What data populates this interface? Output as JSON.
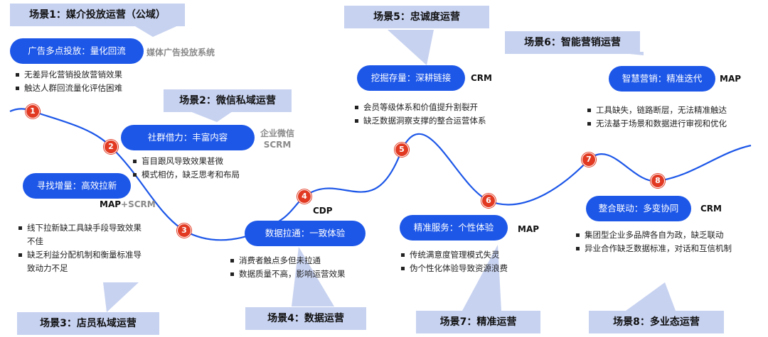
{
  "scenes": [
    {
      "title": "场景1：媒介投放运营（公域）",
      "pill": "广告多点投放：量化回流",
      "tags": [
        "媒体广告投放系统"
      ],
      "bullets": [
        "无差异化营销投放营销效果",
        "触达人群回流量化评估困难"
      ]
    },
    {
      "title": "场景2：微信私域运营",
      "pill": "社群借力：丰富内容",
      "tags": [
        "企业微信",
        "SCRM"
      ],
      "bullets": [
        "盲目跟风导致效果甚微",
        "模式相仿，缺乏思考和布局"
      ]
    },
    {
      "title": "场景3：店员私域运营",
      "pill": "寻找增量：高效拉新",
      "tags": [
        "MAP",
        "+SCRM"
      ],
      "bullets": [
        "线下拉新缺工具缺手段导致效果不佳",
        "缺乏利益分配机制和衡量标准导致动力不足"
      ]
    },
    {
      "title": "场景4：数据运营",
      "pill": "数据拉通：一致体验",
      "tags": [
        "CDP"
      ],
      "bullets": [
        "消费者触点多但未拉通",
        "数据质量不高，影响运营效果"
      ]
    },
    {
      "title": "场景5：忠诚度运营",
      "pill": "挖掘存量：深耕链接",
      "tags": [
        "CRM"
      ],
      "bullets": [
        "会员等级体系和价值提升割裂开",
        "缺乏数据洞察支撑的整合运营体系"
      ]
    },
    {
      "title": "场景6：智能营销运营",
      "pill": "智慧营销：精准迭代",
      "tags": [
        "MAP"
      ],
      "bullets": [
        "工具缺失，链路断层，无法精准触达",
        "无法基于场景和数据进行审视和优化"
      ]
    },
    {
      "title": "场景7：精准运营",
      "pill": "精准服务：个性体验",
      "tags": [
        "MAP"
      ],
      "bullets": [
        "传统满意度管理模式失灵",
        "伪个性化体验导致资源浪费"
      ]
    },
    {
      "title": "场景8：多业态运营",
      "pill": "整合联动：多变协同",
      "tags": [
        "CRM"
      ],
      "bullets": [
        "集团型企业多品牌各自为政，缺乏联动",
        "异业合作缺乏数据标准，对话和互信机制"
      ]
    }
  ],
  "nodes": [
    "1",
    "2",
    "3",
    "4",
    "5",
    "6",
    "7",
    "8"
  ],
  "colors": {
    "pill": "#1d57e8",
    "title_bg": "#c7d2f0",
    "callout": "#c7d2f0",
    "node": "#e23a22",
    "curve": "#1d57e8"
  }
}
